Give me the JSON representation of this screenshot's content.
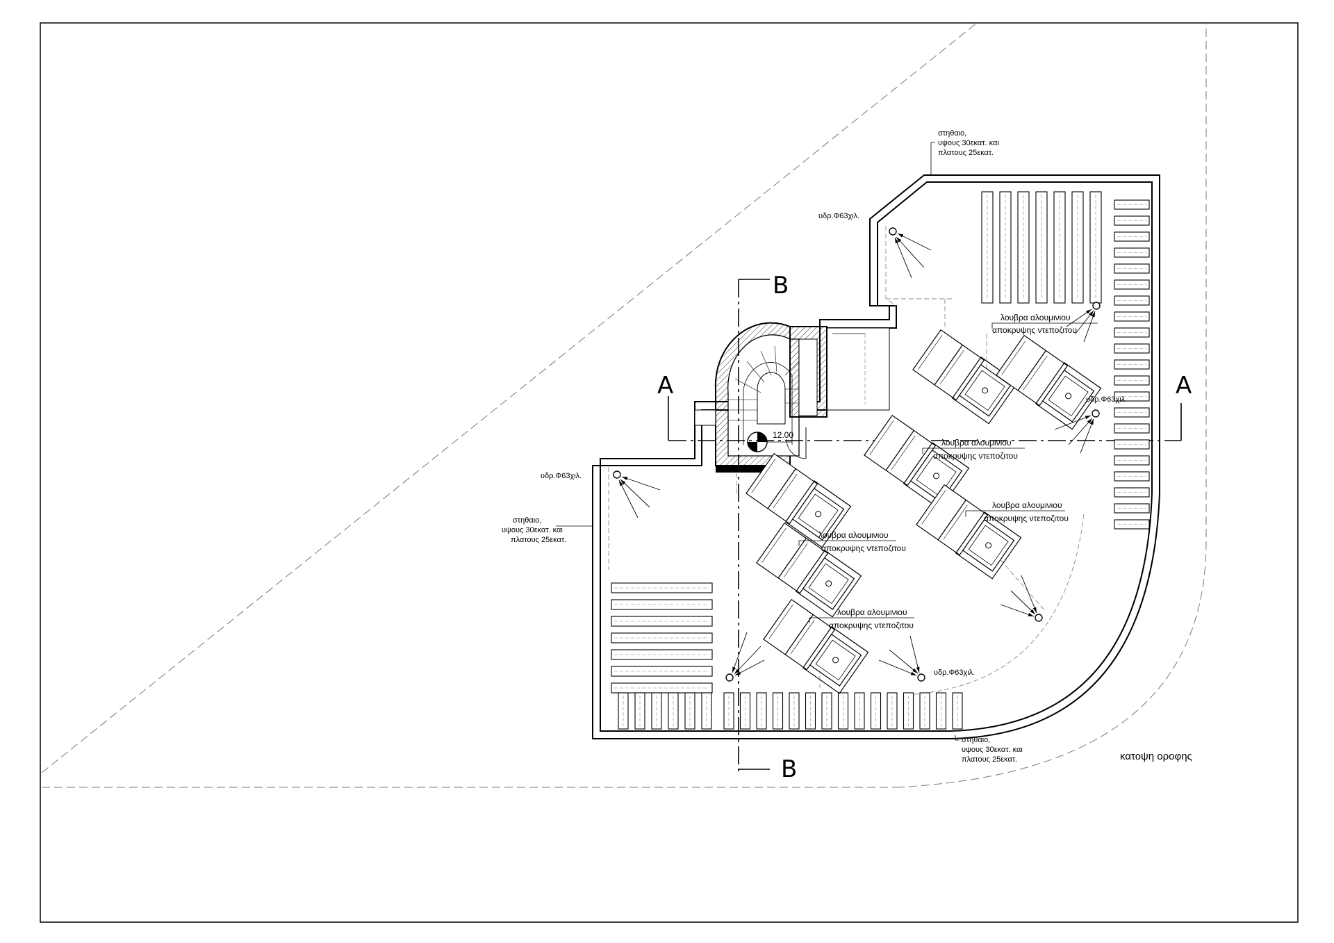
{
  "drawing": {
    "title": "κατοψη οροφης",
    "section_a": "A",
    "section_b": "B",
    "level": "12.00"
  },
  "notes": {
    "parapet_top": [
      "στηθαιο,",
      "υψους 30εκατ. και",
      "πλατους 25εκατ."
    ],
    "parapet_left": [
      "στηθαιο,",
      "υψους 30εκατ. και",
      "πλατους 25εκατ."
    ],
    "parapet_bottom": [
      "στηθαιο,",
      "υψους 30εκατ. και",
      "πλατους 25εκατ."
    ],
    "drain_1": "υδρ.Φ63χιλ.",
    "drain_2": "υδρ.Φ63χιλ.",
    "drain_3": "υδρ.Φ63χιλ.",
    "drain_4": "υδρ.Φ63χιλ.",
    "louvre_1": [
      "λουβρα αλουμινιου",
      "αποκρυψης ντεποζιτου"
    ],
    "louvre_2": [
      "λουβρα αλουμινιου",
      "αποκρυψης ντεποζιτου"
    ],
    "louvre_3": [
      "λουβρα αλουμινιου",
      "αποκρυψης ντεποζιτου"
    ],
    "louvre_4": [
      "λουβρα αλουμινιου",
      "αποκρυψης ντεποζιτου"
    ],
    "louvre_5": [
      "λουβρα αλουμινιου",
      "αποκρυψης ντεποζιτου"
    ]
  }
}
